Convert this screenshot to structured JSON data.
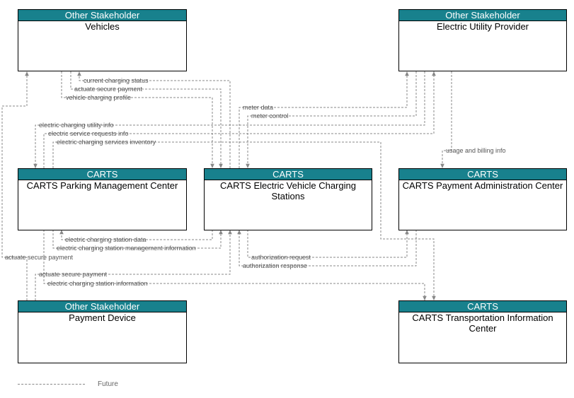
{
  "nodes": {
    "vehicles": {
      "header": "Other Stakeholder",
      "title": "Vehicles"
    },
    "utility": {
      "header": "Other Stakeholder",
      "title": "Electric Utility Provider"
    },
    "parking": {
      "header": "CARTS",
      "title": "CARTS Parking Management Center"
    },
    "evcs": {
      "header": "CARTS",
      "title": "CARTS Electric Vehicle Charging Stations"
    },
    "payadmin": {
      "header": "CARTS",
      "title": "CARTS Payment Administration Center"
    },
    "paydevice": {
      "header": "Other Stakeholder",
      "title": "Payment Device"
    },
    "tic": {
      "header": "CARTS",
      "title": "CARTS Transportation Information Center"
    }
  },
  "flows": [
    {
      "id": "f1",
      "label": "current charging status",
      "from": "CARTS Electric Vehicle Charging Stations",
      "to": "Vehicles",
      "status": "Future"
    },
    {
      "id": "f2",
      "label": "actuate secure payment",
      "from": "Vehicles",
      "to": "CARTS Electric Vehicle Charging Stations",
      "status": "Future"
    },
    {
      "id": "f3",
      "label": "vehicle charging profile",
      "from": "Vehicles",
      "to": "CARTS Electric Vehicle Charging Stations",
      "status": "Future"
    },
    {
      "id": "f4",
      "label": "meter data",
      "from": "CARTS Electric Vehicle Charging Stations",
      "to": "Electric Utility Provider",
      "status": "Future"
    },
    {
      "id": "f5",
      "label": "meter control",
      "from": "Electric Utility Provider",
      "to": "CARTS Electric Vehicle Charging Stations",
      "status": "Future"
    },
    {
      "id": "f6",
      "label": "electric charging utility info",
      "from": "Electric Utility Provider",
      "to": "CARTS Parking Management Center",
      "status": "Future"
    },
    {
      "id": "f7",
      "label": "electric service requests info",
      "from": "CARTS Parking Management Center",
      "to": "Electric Utility Provider",
      "status": "Future"
    },
    {
      "id": "f8",
      "label": "electric charging services inventory",
      "from": "CARTS Parking Management Center",
      "to": "CARTS Transportation Information Center",
      "status": "Future"
    },
    {
      "id": "f9",
      "label": "usage and billing info",
      "from": "Electric Utility Provider",
      "to": "CARTS Payment Administration Center",
      "status": "Future"
    },
    {
      "id": "f10",
      "label": "electric charging station data",
      "from": "CARTS Electric Vehicle Charging Stations",
      "to": "CARTS Parking Management Center",
      "status": "Future"
    },
    {
      "id": "f11",
      "label": "electric charging station management information",
      "from": "CARTS Parking Management Center",
      "to": "CARTS Electric Vehicle Charging Stations",
      "status": "Future"
    },
    {
      "id": "f12",
      "label": "actuate secure payment",
      "from": "Payment Device",
      "to": "Vehicles",
      "status": "Future"
    },
    {
      "id": "f13",
      "label": "authorization request",
      "from": "CARTS Electric Vehicle Charging Stations",
      "to": "CARTS Payment Administration Center",
      "status": "Future"
    },
    {
      "id": "f14",
      "label": "authorization response",
      "from": "CARTS Payment Administration Center",
      "to": "CARTS Electric Vehicle Charging Stations",
      "status": "Future"
    },
    {
      "id": "f15",
      "label": "actuate secure payment",
      "from": "Payment Device",
      "to": "CARTS Electric Vehicle Charging Stations",
      "status": "Future"
    },
    {
      "id": "f16",
      "label": "electric charging station information",
      "from": "CARTS Parking Management Center",
      "to": "CARTS Transportation Information Center",
      "status": "Future"
    }
  ],
  "legend": {
    "future_label": "Future"
  },
  "colors": {
    "header_fill": "#18818d",
    "flow_line": "#888888"
  }
}
